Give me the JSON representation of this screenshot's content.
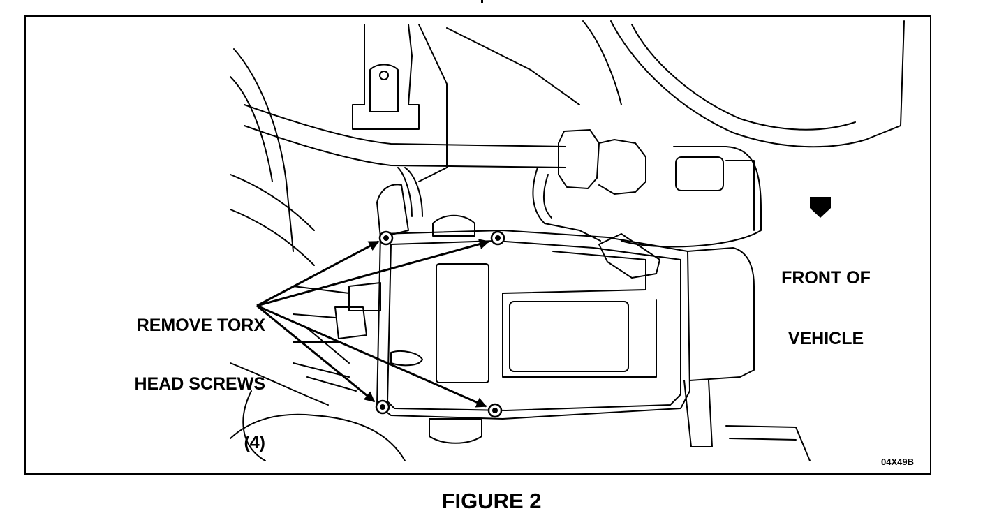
{
  "callout_screws": {
    "line1": "REMOVE TORX",
    "line2": "HEAD SCREWS",
    "line3": "(4)"
  },
  "callout_front": {
    "line1": "FRONT OF",
    "line2": "VEHICLE"
  },
  "figure_code": "04X49B",
  "figure_caption": "FIGURE 2",
  "colors": {
    "ink": "#000000",
    "paper": "#ffffff"
  }
}
